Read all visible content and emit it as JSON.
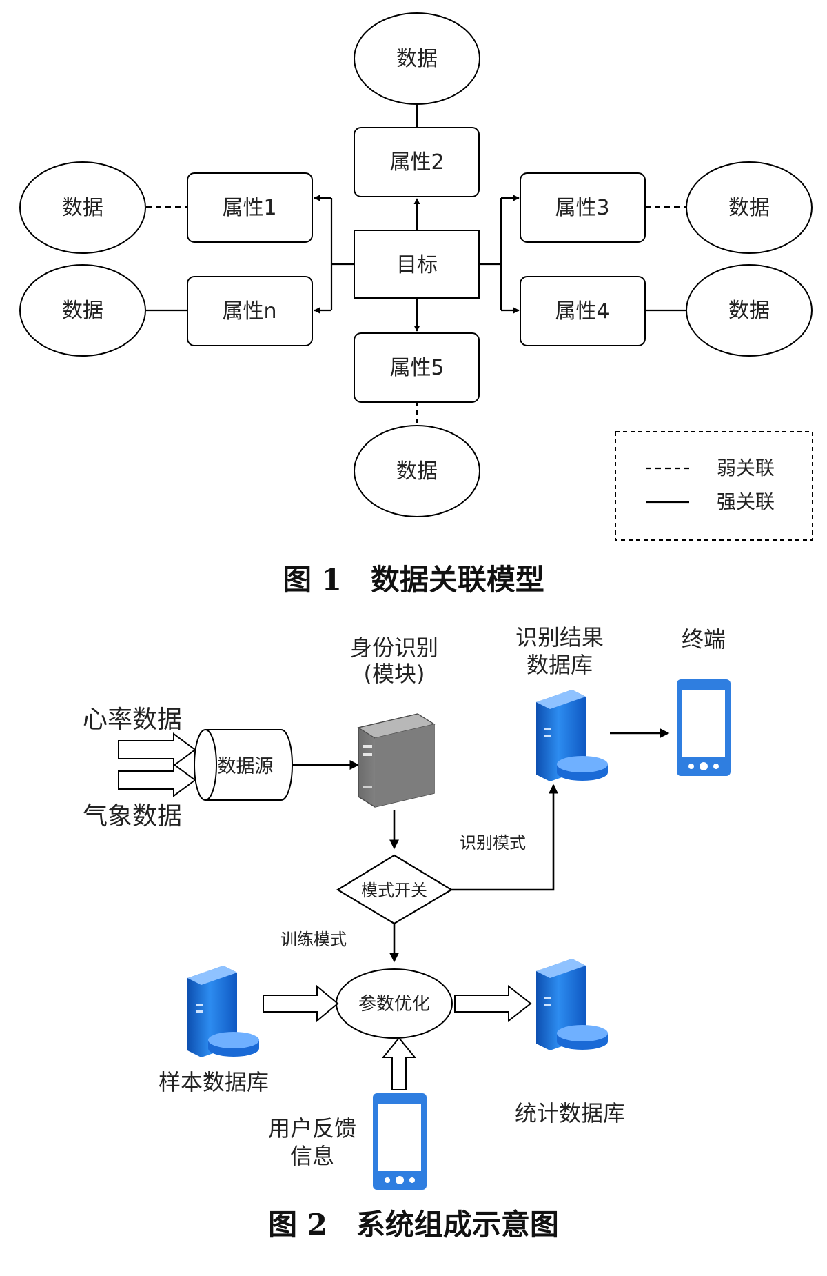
{
  "fig1": {
    "caption": "图 1　数据关联模型",
    "target": "目标",
    "attributes": {
      "a1": "属性1",
      "a2": "属性2",
      "a3": "属性3",
      "a4": "属性4",
      "a5": "属性5",
      "an": "属性n"
    },
    "data_label": "数据",
    "legend": {
      "weak": "弱关联",
      "strong": "强关联"
    }
  },
  "fig2": {
    "caption": "图 2　系统组成示意图",
    "inputs": {
      "heart_rate": "心率数据",
      "weather": "气象数据"
    },
    "data_source": "数据源",
    "identity_module": {
      "line1": "身份识别",
      "line2": "(模块)"
    },
    "result_db": {
      "line1": "识别结果",
      "line2": "数据库"
    },
    "terminal": "终端",
    "mode_switch": "模式开关",
    "recognition_mode": "识别模式",
    "training_mode": "训练模式",
    "param_opt": "参数优化",
    "sample_db": "样本数据库",
    "stats_db": "统计数据库",
    "user_feedback": {
      "line1": "用户反馈",
      "line2": "信息"
    }
  },
  "colors": {
    "line": "#000000",
    "node_fill": "#ffffff",
    "db_blue": "#1f6fd1",
    "phone_blue": "#2f7ee0"
  }
}
